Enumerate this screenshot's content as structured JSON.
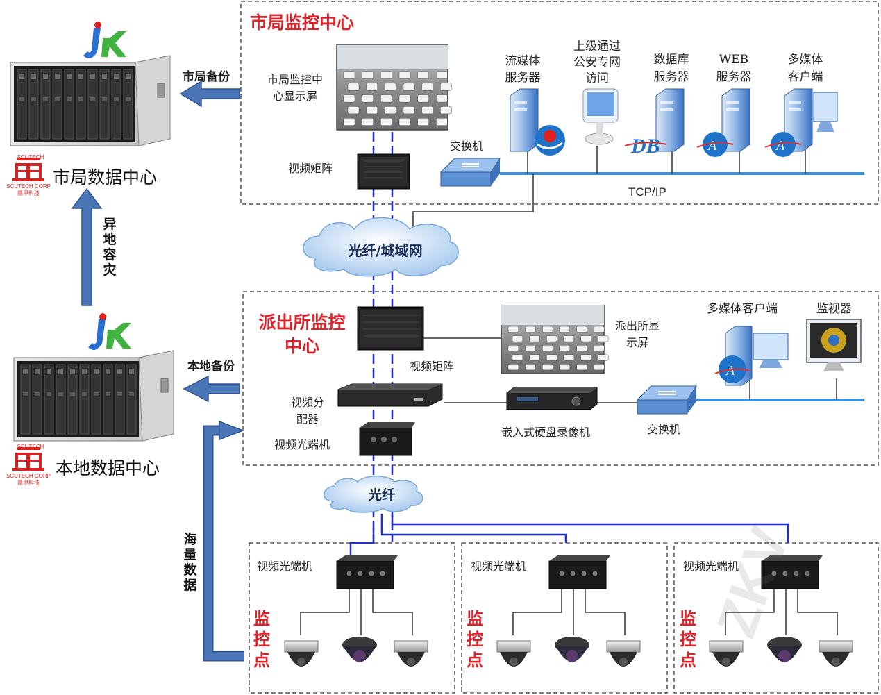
{
  "city_center": {
    "title": "市局监控中心",
    "display_label": "市局监控中\n心显示屏",
    "matrix_label": "视频矩阵",
    "switch_label": "交换机",
    "tcpip_label": "TCP/IP",
    "servers": [
      {
        "label": "流媒体\n服务器"
      },
      {
        "label": "上级通过\n公安专网\n访问"
      },
      {
        "label": "数据库\n服务器"
      },
      {
        "label": "WEB\n服务器"
      },
      {
        "label": "多媒体\n客户端"
      }
    ]
  },
  "network": {
    "fiber_metro": "光纤/城域网",
    "fiber": "光纤"
  },
  "station_center": {
    "title": "派出所监控\n中心",
    "matrix_label": "视频矩阵",
    "display_label": "派出所显\n示屏",
    "distributor_label": "视频分\n配器",
    "optical_label": "视频光端机",
    "dvr_label": "嵌入式硬盘录像机",
    "switch_label": "交换机",
    "client_label": "多媒体客户端",
    "monitor_label": "监视器"
  },
  "data_centers": {
    "city": {
      "label": "市局数据中心"
    },
    "local": {
      "label": "本地数据中心"
    },
    "logo_top": "SCUTECH",
    "logo_corp": "SCUTECH CORP",
    "logo_cn": "鼎甲科技"
  },
  "arrows": {
    "city_backup": "市局备份",
    "local_backup": "本地备份",
    "disaster": "异地容灾",
    "mass_data": "海量数据"
  },
  "monitor_points": [
    {
      "optical_label": "视频光端机",
      "title": "监控点"
    },
    {
      "optical_label": "视频光端机",
      "title": "监控点"
    },
    {
      "optical_label": "视频光端机",
      "title": "监控点"
    }
  ],
  "watermark": "ZKV",
  "colors": {
    "arrow": "#4a76b8",
    "arrow_stroke": "#2f5597",
    "link": "#1f2fd6",
    "lan": "#3d8fd6",
    "title_red": "#e0232a"
  }
}
